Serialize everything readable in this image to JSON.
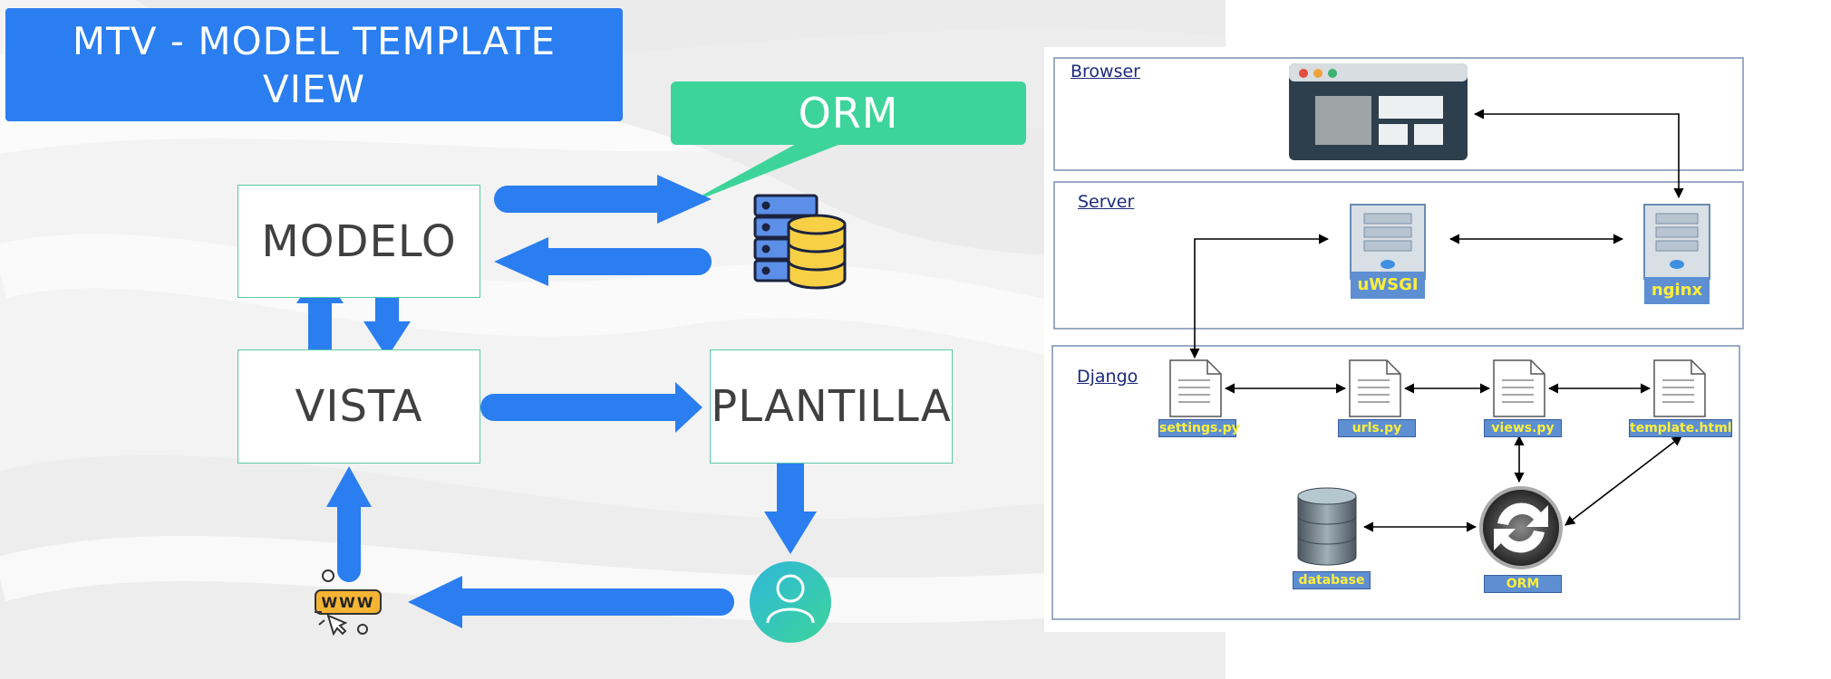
{
  "title": {
    "line1": "MTV - MODEL TEMPLATE",
    "line2": "VIEW"
  },
  "callout": {
    "label": "ORM"
  },
  "nodes": {
    "modelo": "MODELO",
    "vista": "VISTA",
    "plantilla": "PLANTILLA"
  },
  "www_badge": "WWW",
  "architecture": {
    "sections": {
      "browser": "Browser",
      "server": "Server",
      "django": "Django"
    },
    "servers": {
      "uwsgi": "uWSGI",
      "nginx": "nginx"
    },
    "files": {
      "settings": "settings.py",
      "urls": "urls.py",
      "views": "views.py",
      "template": "template.html"
    },
    "database": "database",
    "orm": "ORM"
  },
  "colors": {
    "blue": "#2a7ef0",
    "green": "#3dd49b",
    "teal_border": "#5bc8a8"
  }
}
